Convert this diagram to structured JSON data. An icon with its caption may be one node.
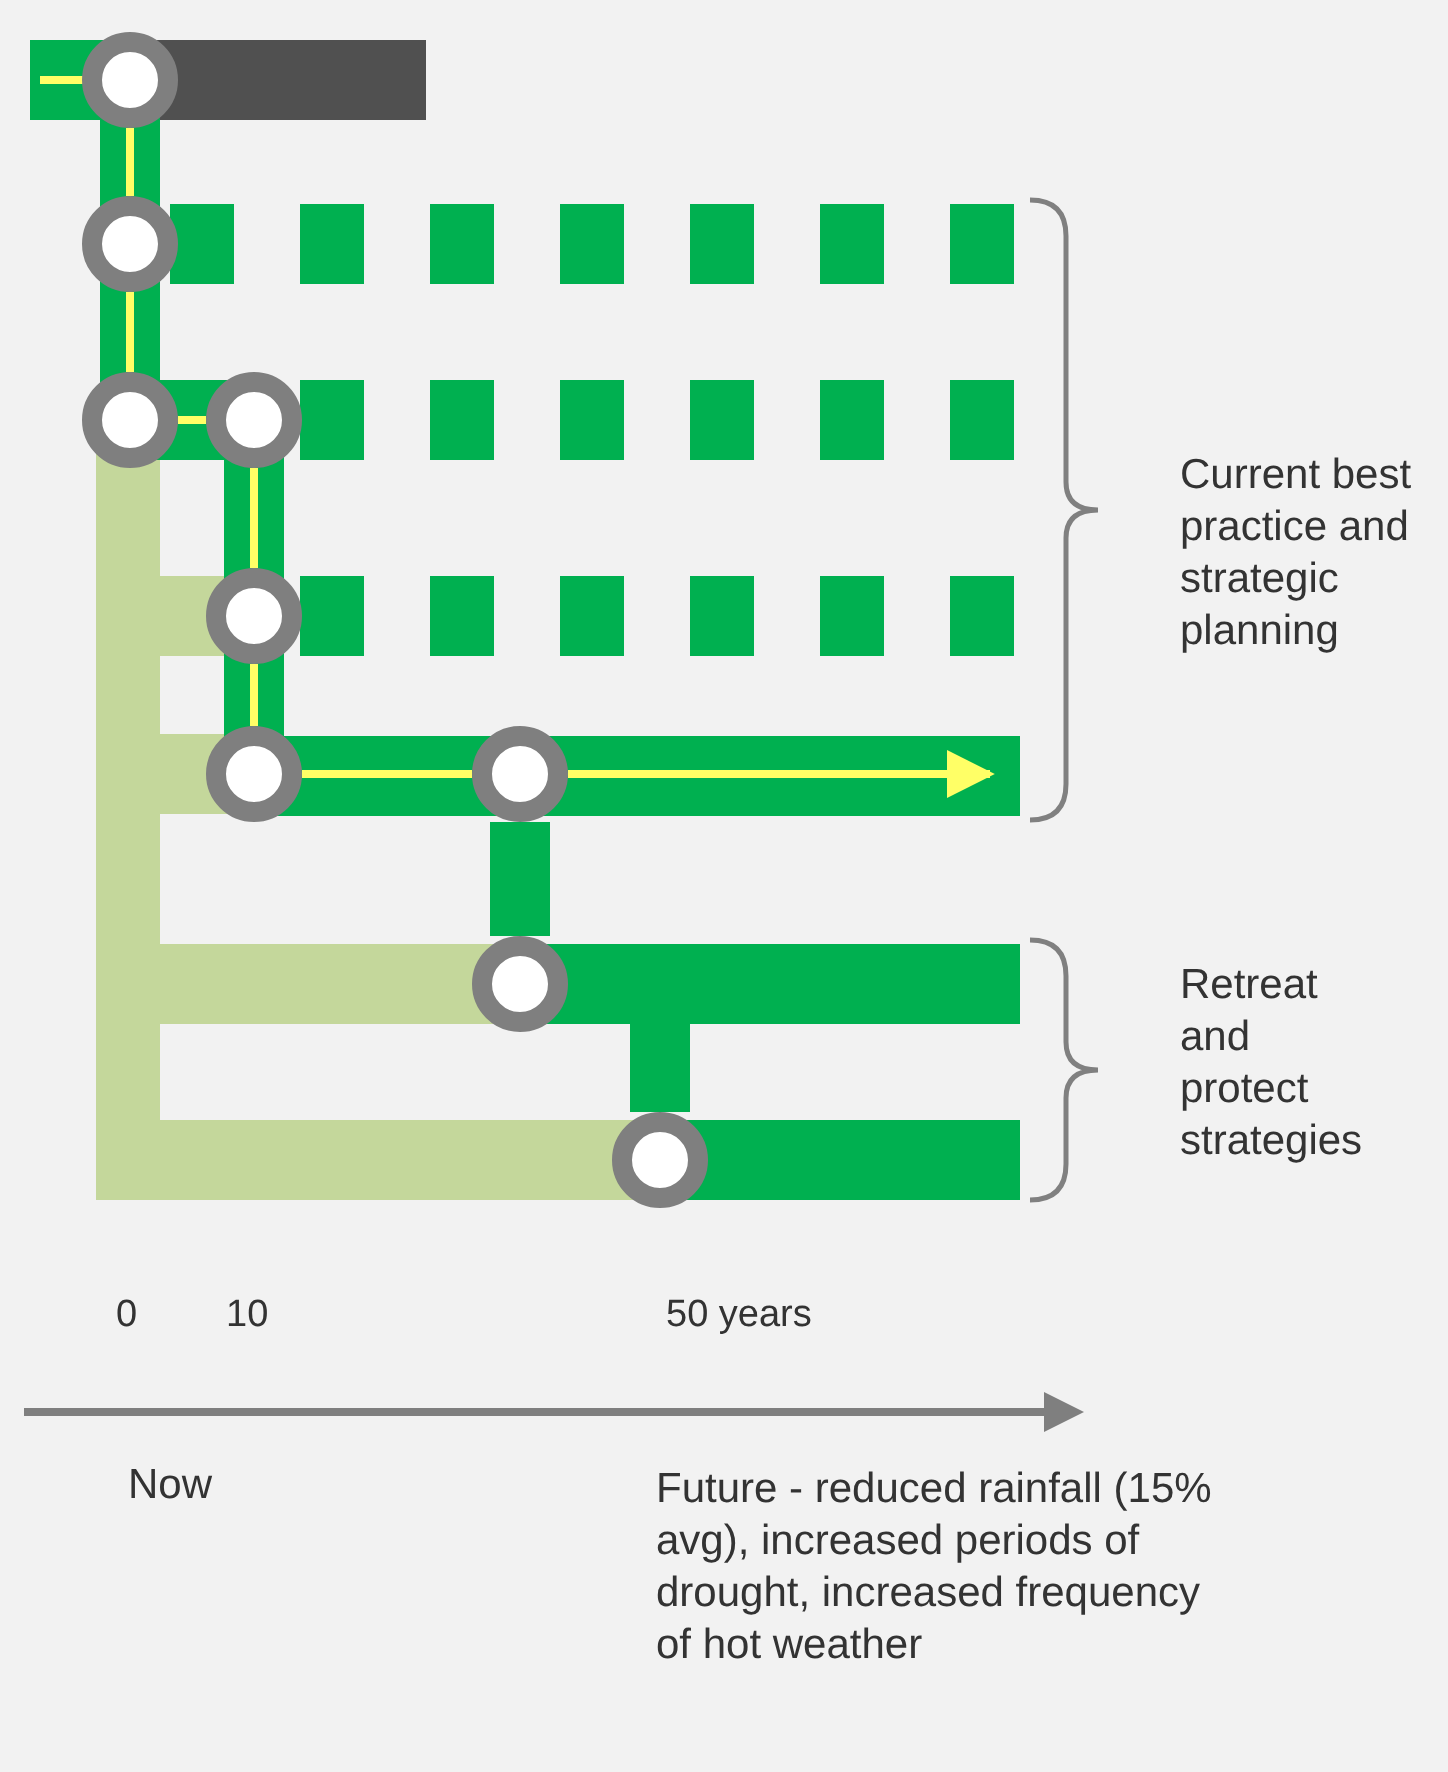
{
  "diagram": {
    "nodes": [
      {
        "text": [],
        "shape": "circle"
      },
      {
        "text": [],
        "shape": "circle"
      },
      {
        "text": [],
        "shape": "circle"
      },
      {
        "text": [],
        "shape": "circle"
      },
      {
        "text": [],
        "shape": "circle"
      },
      {
        "text": [],
        "shape": "circle"
      },
      {
        "text": [],
        "shape": "circle"
      },
      {
        "text": [],
        "shape": "circle"
      },
      {
        "text": [],
        "shape": "circle"
      }
    ],
    "edges": [
      {
        "from": 0,
        "to": 1,
        "arrow": "none",
        "color": "#ffff66"
      },
      {
        "from": 1,
        "to": 2,
        "arrow": "none",
        "color": "#ffff66"
      },
      {
        "from": 2,
        "to": 3,
        "arrow": "none",
        "color": "#ffff66"
      },
      {
        "from": 3,
        "to": 4,
        "arrow": "none",
        "color": "#ffff66"
      },
      {
        "from": 4,
        "to": 5,
        "arrow": "none",
        "color": "#ffff66"
      },
      {
        "from": 5,
        "to": 6,
        "arrow": "none",
        "color": "#ffff66"
      },
      {
        "from": 6,
        "to": 7,
        "arrow": "none",
        "style": "thick",
        "color": "#00b050"
      },
      {
        "from": 7,
        "to": 8,
        "arrow": "none",
        "style": "thick",
        "color": "#00b050"
      },
      {
        "from": 6,
        "to": null,
        "arrow": "to",
        "color": "#ffff66"
      }
    ],
    "labels": [
      "Current best practice and strategic planning",
      "Retreat and protect strategies",
      "0",
      "10",
      "50 years",
      "Now",
      "Future - reduced rainfall (15% avg), increased periods of drought, increased frequency of hot weather"
    ]
  }
}
